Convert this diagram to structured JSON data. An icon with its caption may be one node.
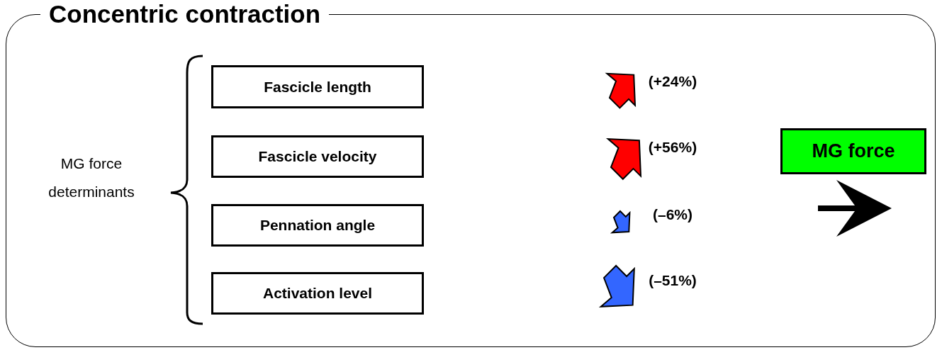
{
  "diagram": {
    "nodes": [
      {
        "text": [
          "Concentric contraction"
        ]
      },
      {
        "text": [
          "Fascicle length"
        ],
        "in": 0
      },
      {
        "text": [
          "Fascicle velocity"
        ],
        "in": 0
      },
      {
        "text": [
          "Pennation angle"
        ],
        "in": 0
      },
      {
        "text": [
          "Activation level"
        ],
        "in": 0
      },
      {
        "text": [
          "MG force"
        ],
        "in": 0
      }
    ],
    "labels": [
      "MG force determinants",
      "(+24%)",
      "(+56%)",
      "(–6%)",
      "(–51%)"
    ]
  }
}
